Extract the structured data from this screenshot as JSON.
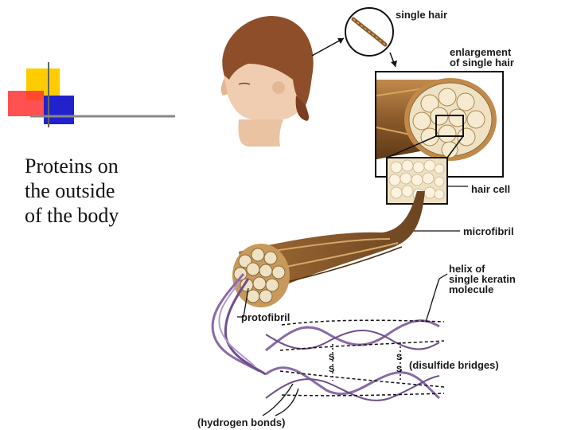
{
  "slide": {
    "title_lines": [
      "Proteins on",
      "the outside",
      "of the body"
    ],
    "accent_colors": {
      "yellow": "#ffcc00",
      "red": "#ff3333",
      "blue": "#2222cc",
      "rule": "#888888"
    }
  },
  "diagram": {
    "labels": {
      "single_hair": "single hair",
      "enlargement": [
        "enlargement",
        "of single hair"
      ],
      "hair_cell": "hair cell",
      "microfibril": "microfibril",
      "helix": [
        "helix of",
        "single keratin",
        "molecule"
      ],
      "protofibril": "protofibril",
      "disulfide_bridges": "(disulfide bridges)",
      "hydrogen_bonds": "(hydrogen bonds)",
      "ss": [
        "S",
        "S"
      ]
    },
    "colors": {
      "hair": "#8b5a2b",
      "hair_light": "#c89a5a",
      "keratin": "#8a6aa6",
      "cell": "#efe2c4"
    }
  }
}
